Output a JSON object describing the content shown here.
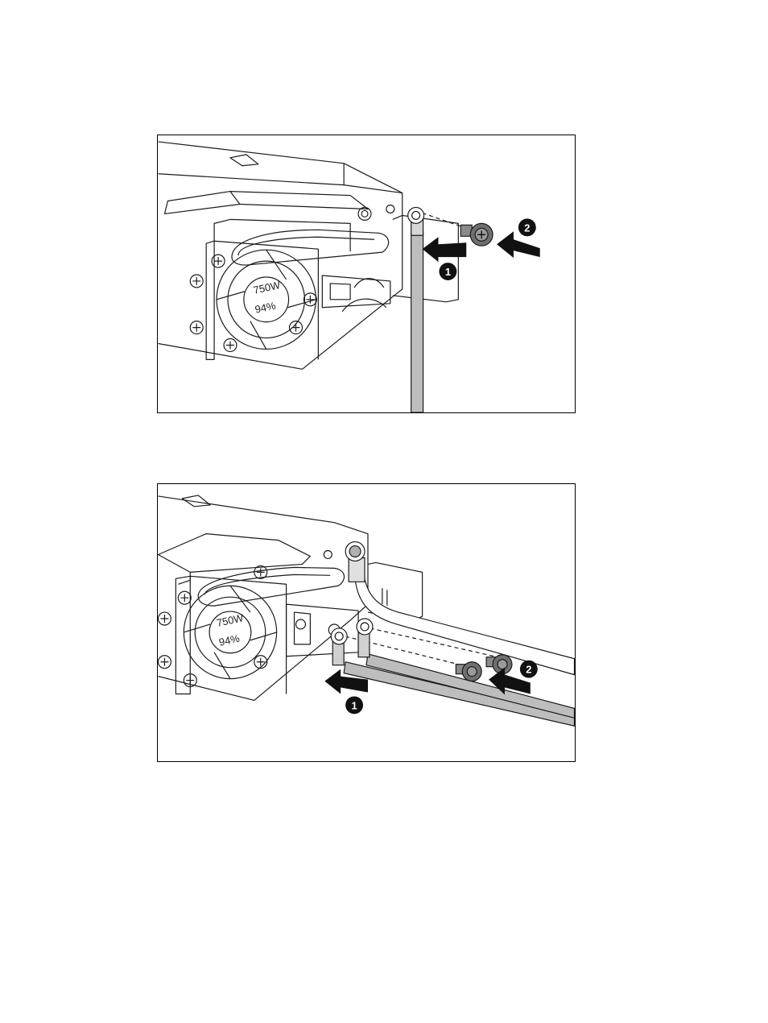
{
  "figures": [
    {
      "psu_rating": "750W",
      "efficiency": "94%",
      "callouts": [
        "1",
        "2"
      ]
    },
    {
      "psu_rating": "750W",
      "efficiency": "94%",
      "callouts": [
        "1",
        "2"
      ]
    }
  ],
  "colors": {
    "line": "#1a1a1a",
    "cable_fill": "#bdbdbd",
    "screw_fill": "#6f6f6f",
    "callout_fill": "#111111",
    "arrow_fill": "#111111"
  }
}
